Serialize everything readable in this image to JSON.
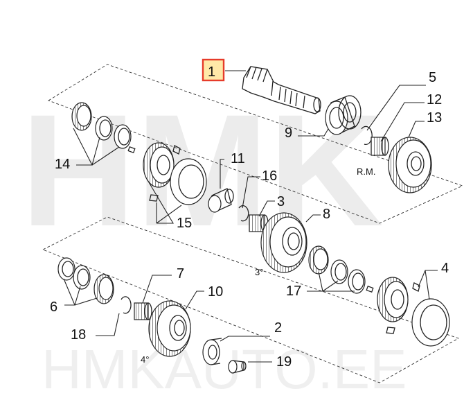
{
  "watermark": {
    "brand": "HMK",
    "site": "HMKAUTO.EE"
  },
  "labels": {
    "p1": "1",
    "p2": "2",
    "p3": "3",
    "p4": "4",
    "p5": "5",
    "p6": "6",
    "p7": "7",
    "p8": "8",
    "p9": "9",
    "p10": "10",
    "p11": "11",
    "p12": "12",
    "p13": "13",
    "p14": "14",
    "p15": "15",
    "p16": "16",
    "p17": "17",
    "p18": "18",
    "p19": "19"
  },
  "annotations": {
    "reverse": "R.M.",
    "third": "3°",
    "fourth": "4°"
  },
  "colors": {
    "highlight_fill": "#ffe9a8",
    "highlight_border": "#e63b2a"
  }
}
